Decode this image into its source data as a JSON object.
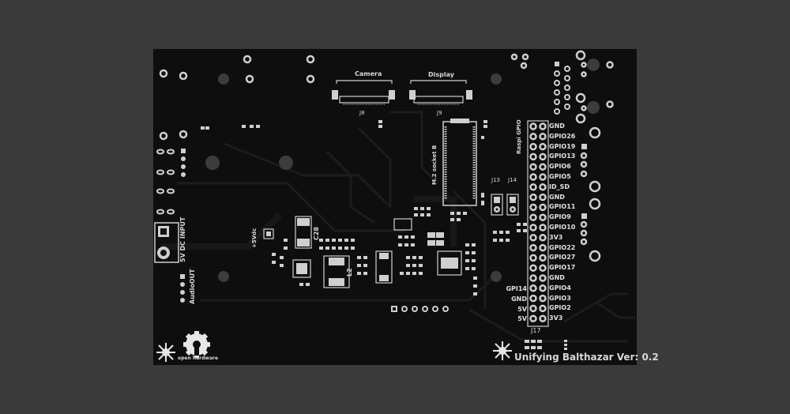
{
  "board": {
    "title": "Unifying Balthazar Ver: 0.2",
    "logo_text": "open hardware",
    "connectors": {
      "camera": "Camera",
      "display": "Display",
      "j8": "J8",
      "j9": "J9",
      "m2_socket": "M.2 socket B",
      "rasp_gpio": "Raspi GPIO",
      "j13": "J13",
      "j14": "J14",
      "j17": "J17",
      "dc_input": "5V DC INPUT",
      "audio_out": "AudioOUT",
      "plus5v": "+5Vdc",
      "c28": "C28",
      "l2": "L2"
    },
    "gpio_right": [
      "GND",
      "GPIO26",
      "GPIO19",
      "GPIO13",
      "GPIO6",
      "GPIO5",
      "ID_SD",
      "GND",
      "GPIO11",
      "GPIO9",
      "GPIO10",
      "3V3",
      "GPIO22",
      "GPIO27",
      "GPIO17",
      "GND",
      "GPIO4",
      "GPIO3",
      "GPIO2",
      "3V3"
    ],
    "gpio_left": [
      "GPI14",
      "GND",
      "5V",
      "5V"
    ]
  }
}
